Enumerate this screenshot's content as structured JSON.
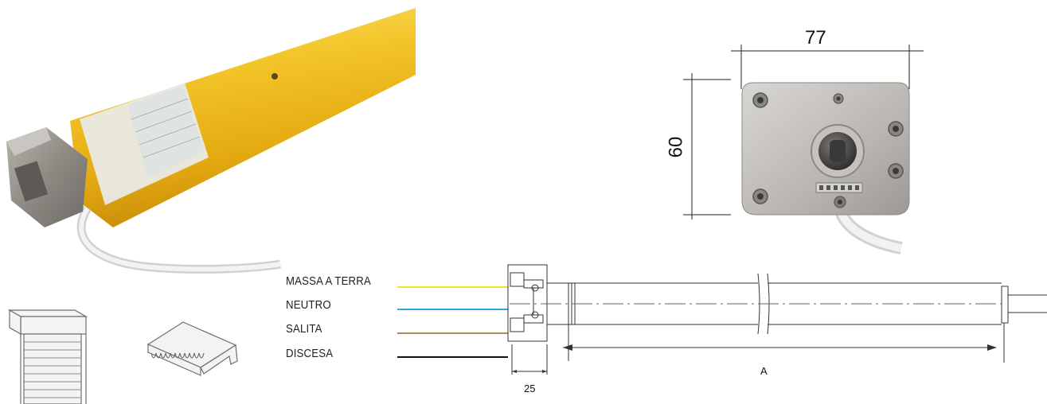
{
  "dimensions": {
    "head_width": "77",
    "head_height": "60",
    "head_length": "25",
    "tube_length": "A"
  },
  "wires": [
    {
      "label": "MASSA A TERRA",
      "color": "#f2e31f"
    },
    {
      "label": "NEUTRO",
      "color": "#33a9e0"
    },
    {
      "label": "SALITA",
      "color": "#b08a55"
    },
    {
      "label": "DISCESA",
      "color": "#111111"
    }
  ],
  "colors": {
    "tube_yellow": "#f0c21a",
    "head_grey": "#9b9690",
    "line": "#333333"
  },
  "icons": [
    "roller-shutter-icon",
    "shutter-slat-icon"
  ]
}
